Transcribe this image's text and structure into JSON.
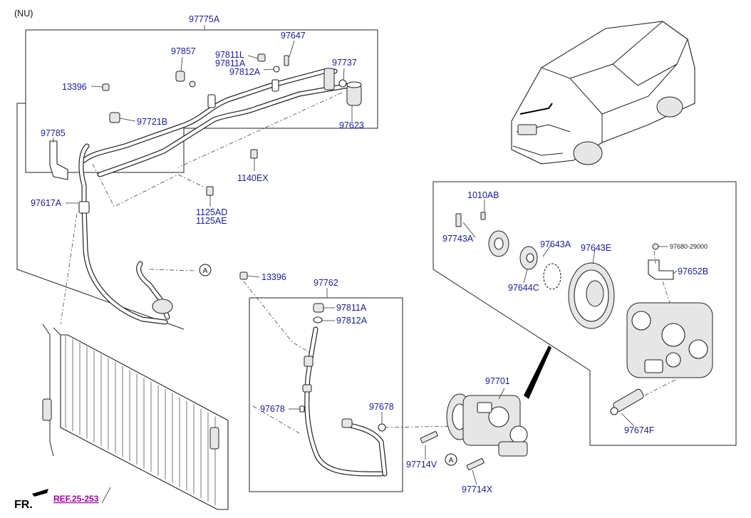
{
  "header": {
    "variant_code": "(NU)"
  },
  "labels": {
    "l97775A": "97775A",
    "l97647": "97647",
    "l97857": "97857",
    "l97811L": "97811L",
    "l97811A_top": "97811A",
    "l97812A_top": "97812A",
    "l97737": "97737",
    "l13396_top": "13396",
    "l97721B": "97721B",
    "l97623": "97623",
    "l97785": "97785",
    "l1140EX": "1140EX",
    "l97617A": "97617A",
    "l1125AD": "1125AD",
    "l1125AE": "1125AE",
    "l13396_mid": "13396",
    "l97762": "97762",
    "l97811A_mid": "97811A",
    "l97812A_mid": "97812A",
    "l97678_left": "97678",
    "l97678_right": "97678",
    "l97701": "97701",
    "l97714V": "97714V",
    "l97714X": "97714X",
    "l1010AB": "1010AB",
    "l97743A": "97743A",
    "l97643A": "97643A",
    "l97643E": "97643E",
    "l97680": "97680-29000",
    "l97652B": "97652B",
    "l97644C": "97644C",
    "l97674F": "97674F"
  },
  "callouts": {
    "a1": "A",
    "a2": "A"
  },
  "footer": {
    "front": "FR.",
    "reference": "REF.25-253"
  },
  "colors": {
    "part_number": "#1a1aa6",
    "reference_link": "#a000a0",
    "line": "#222222"
  }
}
